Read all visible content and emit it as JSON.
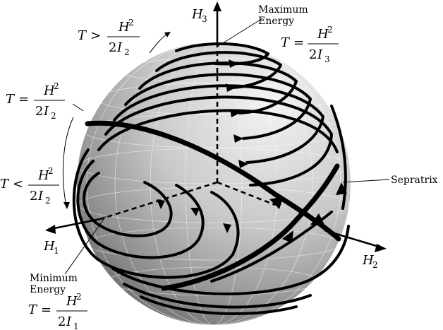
{
  "axes": {
    "h1_label": "H",
    "h1_sub": "1",
    "h2_label": "H",
    "h2_sub": "2",
    "h3_label": "H",
    "h3_sub": "3"
  },
  "annotations": {
    "max_energy_line1": "Maximum",
    "max_energy_line2": "Energy",
    "min_energy_line1": "Minimum",
    "min_energy_line2": "Energy",
    "sepratrix": "Sepratrix"
  },
  "equations": {
    "t_var": "T",
    "eq": "=",
    "gt": ">",
    "lt": "<",
    "numerator": "H",
    "numerator_exp": "2",
    "denom_coef": "2",
    "denom_var": "I",
    "sub_1": "1",
    "sub_2": "2",
    "sub_3": "3"
  },
  "colors": {
    "sphere_light": "#f2f2f2",
    "sphere_dark": "#5e5e5e",
    "stroke": "#000000"
  }
}
